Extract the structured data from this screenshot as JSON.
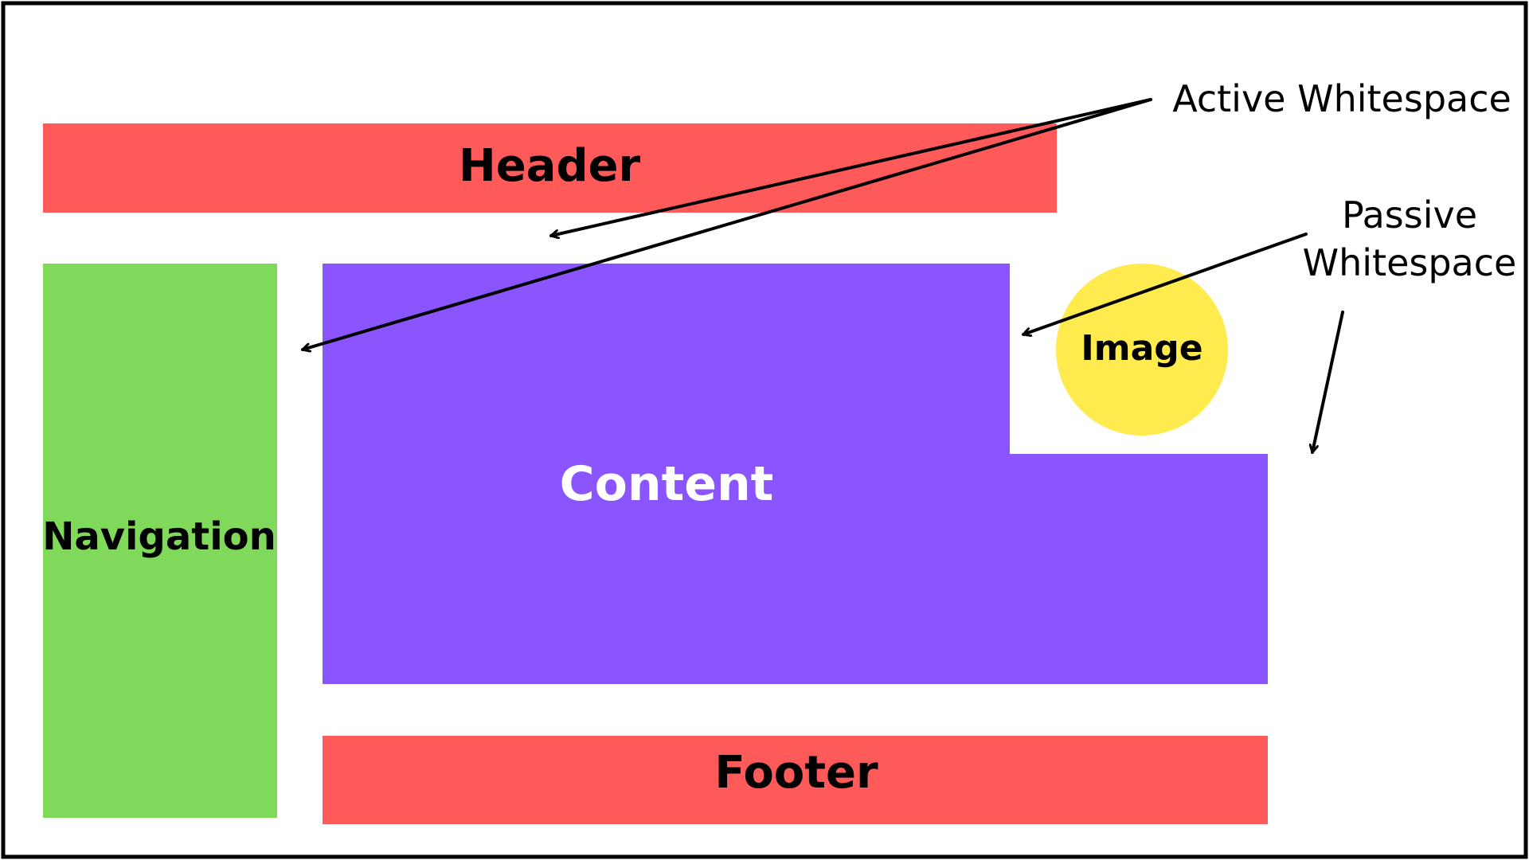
{
  "diagram": {
    "colors": {
      "header": "#ff5a5a",
      "footer": "#ff5a5a",
      "navigation": "#80d95a",
      "content": "#8a55ff",
      "image": "#ffeb4d",
      "frame": "#000000",
      "arrow": "#000000"
    },
    "blocks": {
      "header": "Header",
      "navigation": "Navigation",
      "content": "Content",
      "image": "Image",
      "footer": "Footer"
    },
    "annotations": {
      "active": "Active Whitespace",
      "passive_line1": "Passive",
      "passive_line2": "Whitespace"
    }
  }
}
